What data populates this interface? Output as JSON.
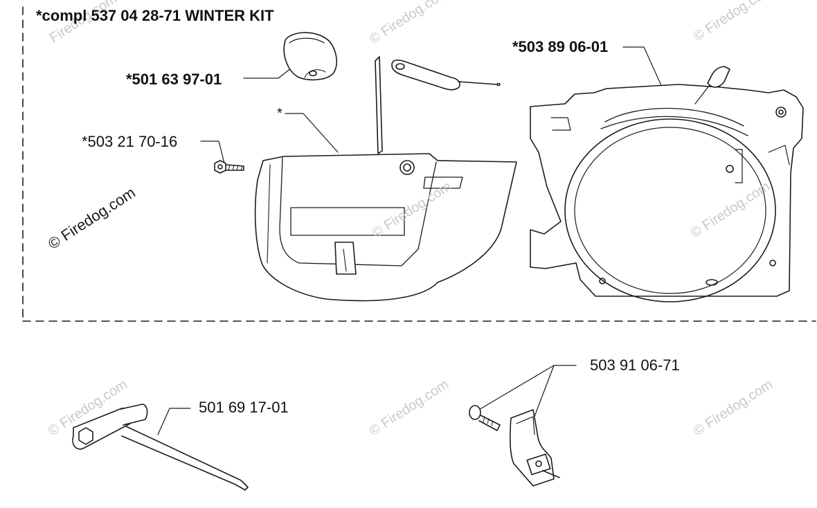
{
  "kit_title": "*compl 537 04 28-71 WINTER KIT",
  "parts": {
    "knob": "*501 63 97-01",
    "housing": "*503 89 06-01",
    "screw": "*503 21 70-16",
    "cover": "*",
    "wrench": "501 69 17-01",
    "bracket": "503 91 06-71"
  },
  "watermark": {
    "text": "© Firedog.com",
    "partial": "Firedog.com"
  },
  "colors": {
    "line": "#1a1a1a",
    "watermark": "#c9c9c9",
    "background": "#ffffff"
  }
}
